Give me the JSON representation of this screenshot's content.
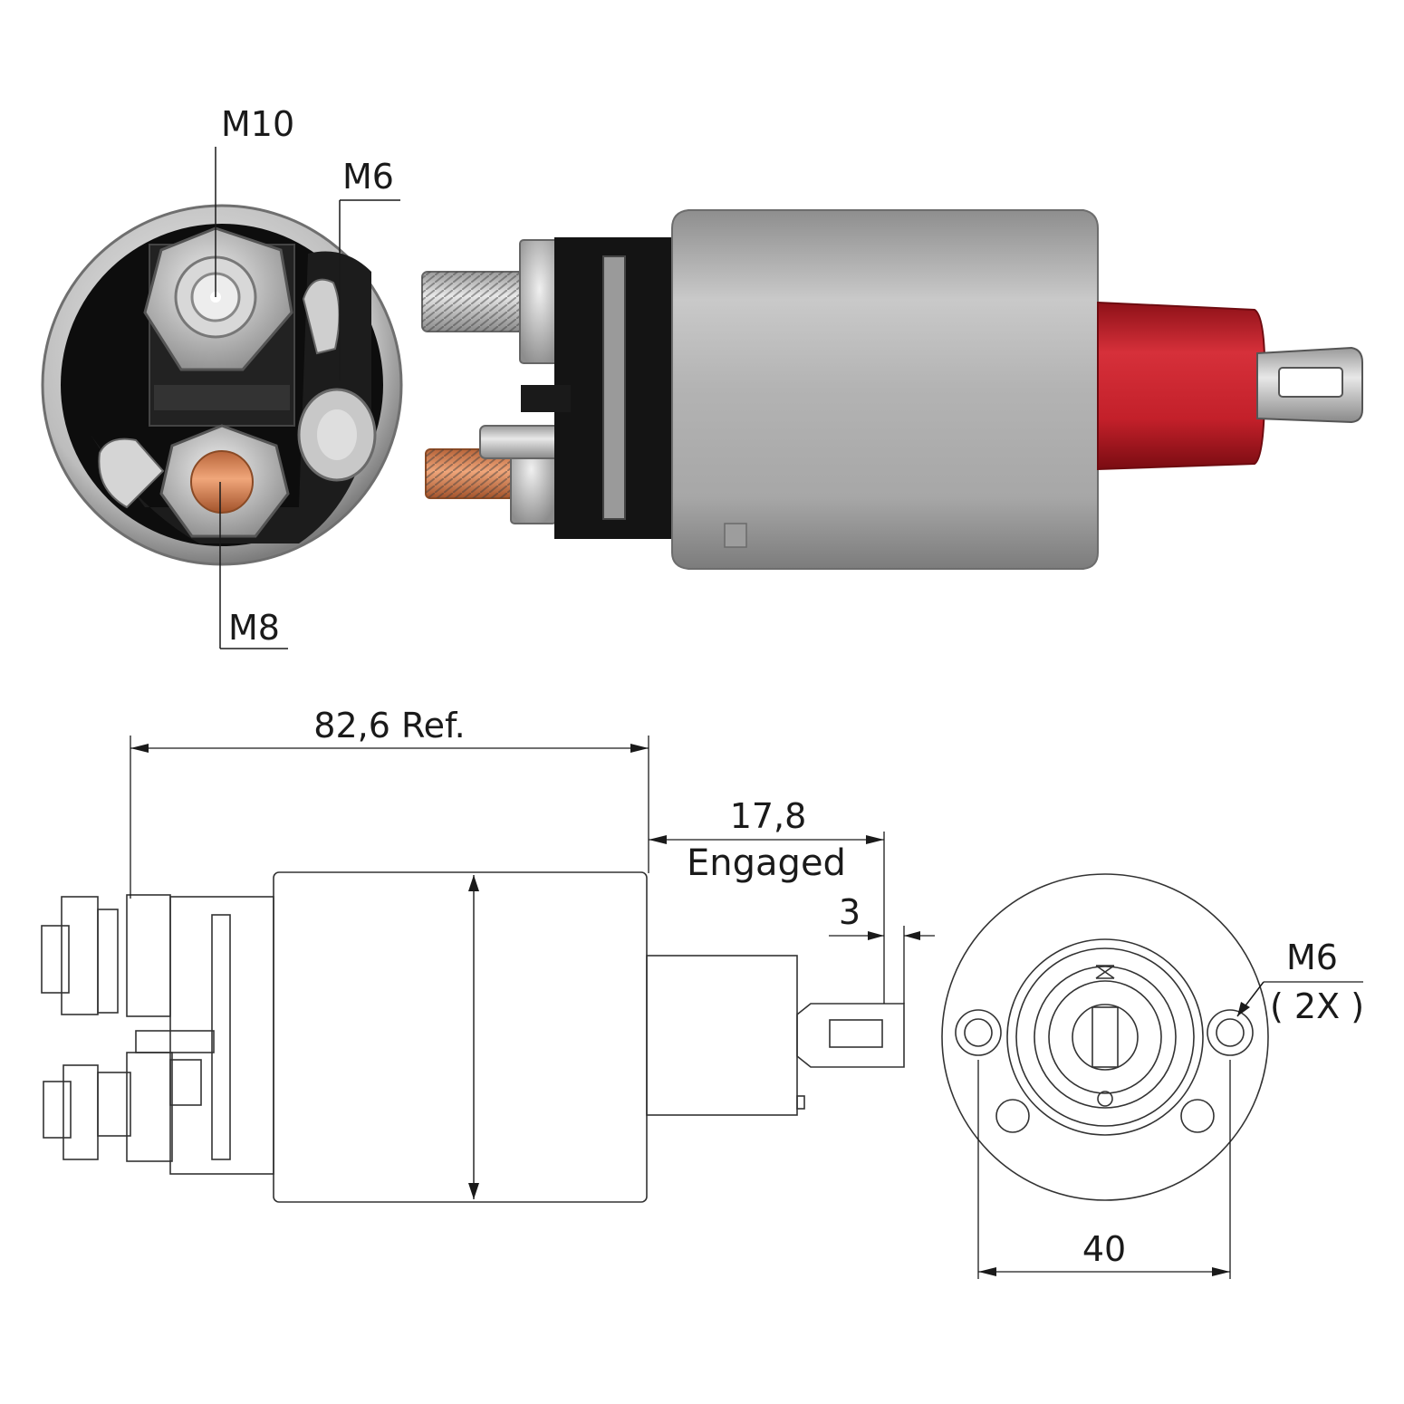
{
  "photo_end_view": {
    "label_top": "M10",
    "label_side": "M6",
    "label_bottom": "M8"
  },
  "photo_side_view": {},
  "side_drawing": {
    "overall_length": "82,6 Ref.",
    "engaged_travel": "17,8",
    "engaged_label": "Engaged",
    "gap": "3"
  },
  "end_drawing": {
    "thread_label": "M6",
    "quantity_label": "( 2X )",
    "hole_spacing": "40"
  },
  "colors": {
    "body_silver": "#b9b9b9",
    "cap_red": "#c8232b",
    "terminal_black": "#151515",
    "copper": "#d9864f",
    "line": "#1a1a1a"
  }
}
